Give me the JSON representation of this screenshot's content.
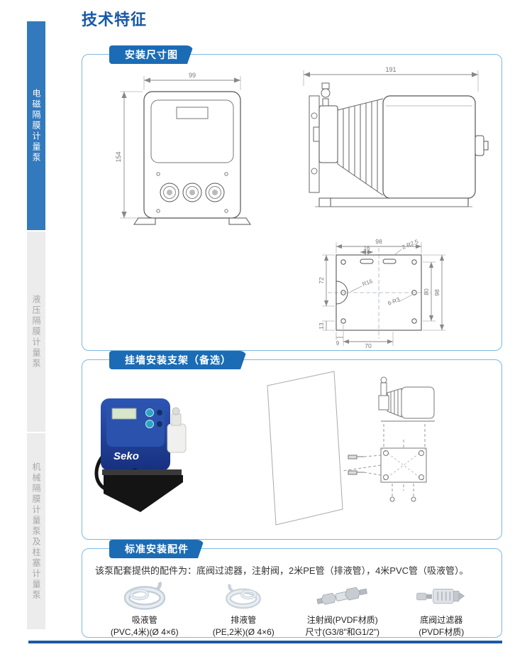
{
  "page": {
    "title": "技术特征"
  },
  "sidebar": {
    "tabs": [
      {
        "label": "电磁隔膜计量泵"
      },
      {
        "label": "液压隔膜计量泵"
      },
      {
        "label": "机械隔膜计量泵及柱塞计量泵"
      }
    ]
  },
  "dim_section": {
    "header": "安装尺寸图",
    "front": {
      "width": "99",
      "height": "154"
    },
    "side": {
      "length": "191"
    },
    "plate": {
      "top_width": "98",
      "slot_offset": "16",
      "slot_radius": "2-R2.5",
      "notch_radius": "R16",
      "hole_radius": "6-R3",
      "left_height": "72",
      "left_bottom": "13",
      "right_inner": "80",
      "right_outer": "98",
      "bottom_offset": "9",
      "bottom_width": "70"
    }
  },
  "bracket_section": {
    "header": "挂墙安装支架（备选）",
    "brand": "Seko"
  },
  "acc_section": {
    "header": "标准安装配件",
    "intro": "该泵配套提供的配件为：底阀过滤器，注射阀，2米PE管（排液管），4米PVC管（吸液管）。",
    "items": [
      {
        "name": "吸液管",
        "spec": "(PVC,4米)(Ø 4×6)"
      },
      {
        "name": "排液管",
        "spec": "(PE,2米)(Ø 4×6)"
      },
      {
        "name": "注射阀(PVDF材质)",
        "spec": "尺寸(G3/8\"和G1/2\")"
      },
      {
        "name": "底阀过滤器",
        "spec": "(PVDF材质)"
      }
    ]
  }
}
